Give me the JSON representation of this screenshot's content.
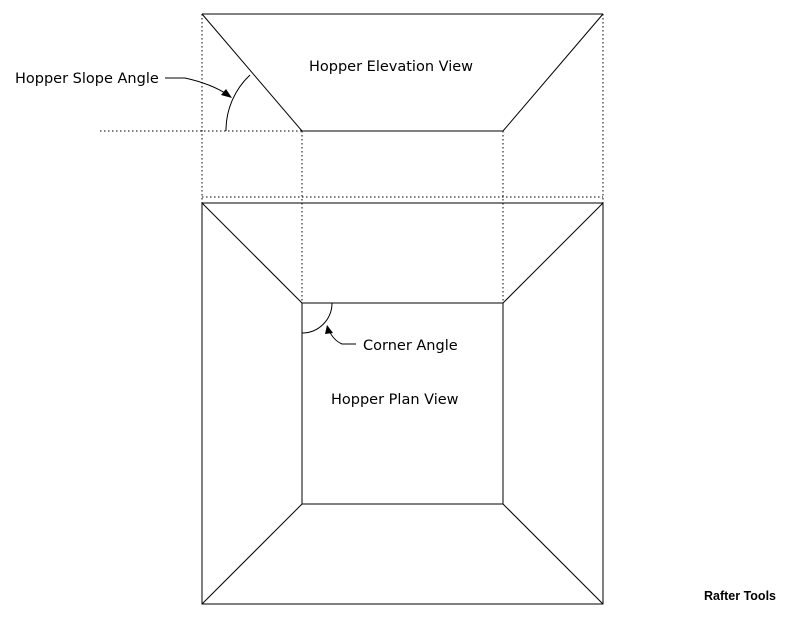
{
  "labels": {
    "elevation_view": "Hopper Elevation View",
    "plan_view": "Hopper Plan View",
    "slope_angle": "Hopper Slope Angle",
    "corner_angle": "Corner Angle"
  },
  "brand": "Rafter Tools"
}
